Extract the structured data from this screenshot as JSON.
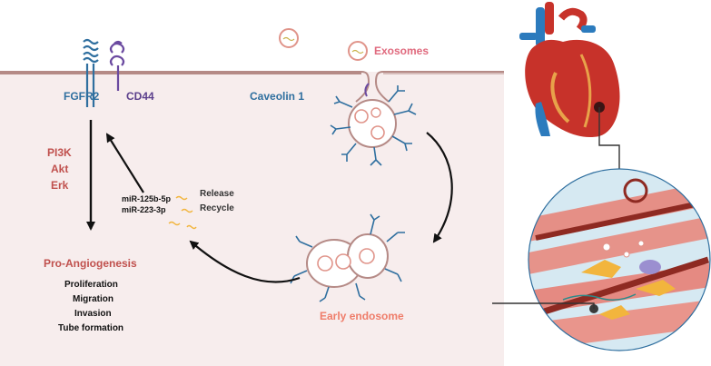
{
  "receptors": {
    "fgfr2": "FGFR2",
    "cd44": "CD44"
  },
  "pathway": {
    "items": [
      "PI3K",
      "Akt",
      "Erk"
    ]
  },
  "mirnas": [
    "miR-125b-5p",
    "miR-223-3p"
  ],
  "release": {
    "release": "Release",
    "recycle": "Recycle"
  },
  "outcome": {
    "title": "Pro-Angiogenesis",
    "items": [
      "Proliferation",
      "Migration",
      "Invasion",
      "Tube formation"
    ]
  },
  "membrane": {
    "caveolin": "Caveolin 1",
    "exosomes": "Exosomes"
  },
  "endosome": {
    "label": "Early endosome"
  },
  "colors": {
    "cell_bg": "#f6ecec",
    "membrane": "#b58a86",
    "blue": "#2f6f9f",
    "purple": "#5b3f8c",
    "red_text": "#c0504d",
    "pink_text": "#e06a7e",
    "orange_text": "#ef7d6a",
    "heart_red": "#c7322a",
    "vessel_blue": "#2c7bbd"
  }
}
